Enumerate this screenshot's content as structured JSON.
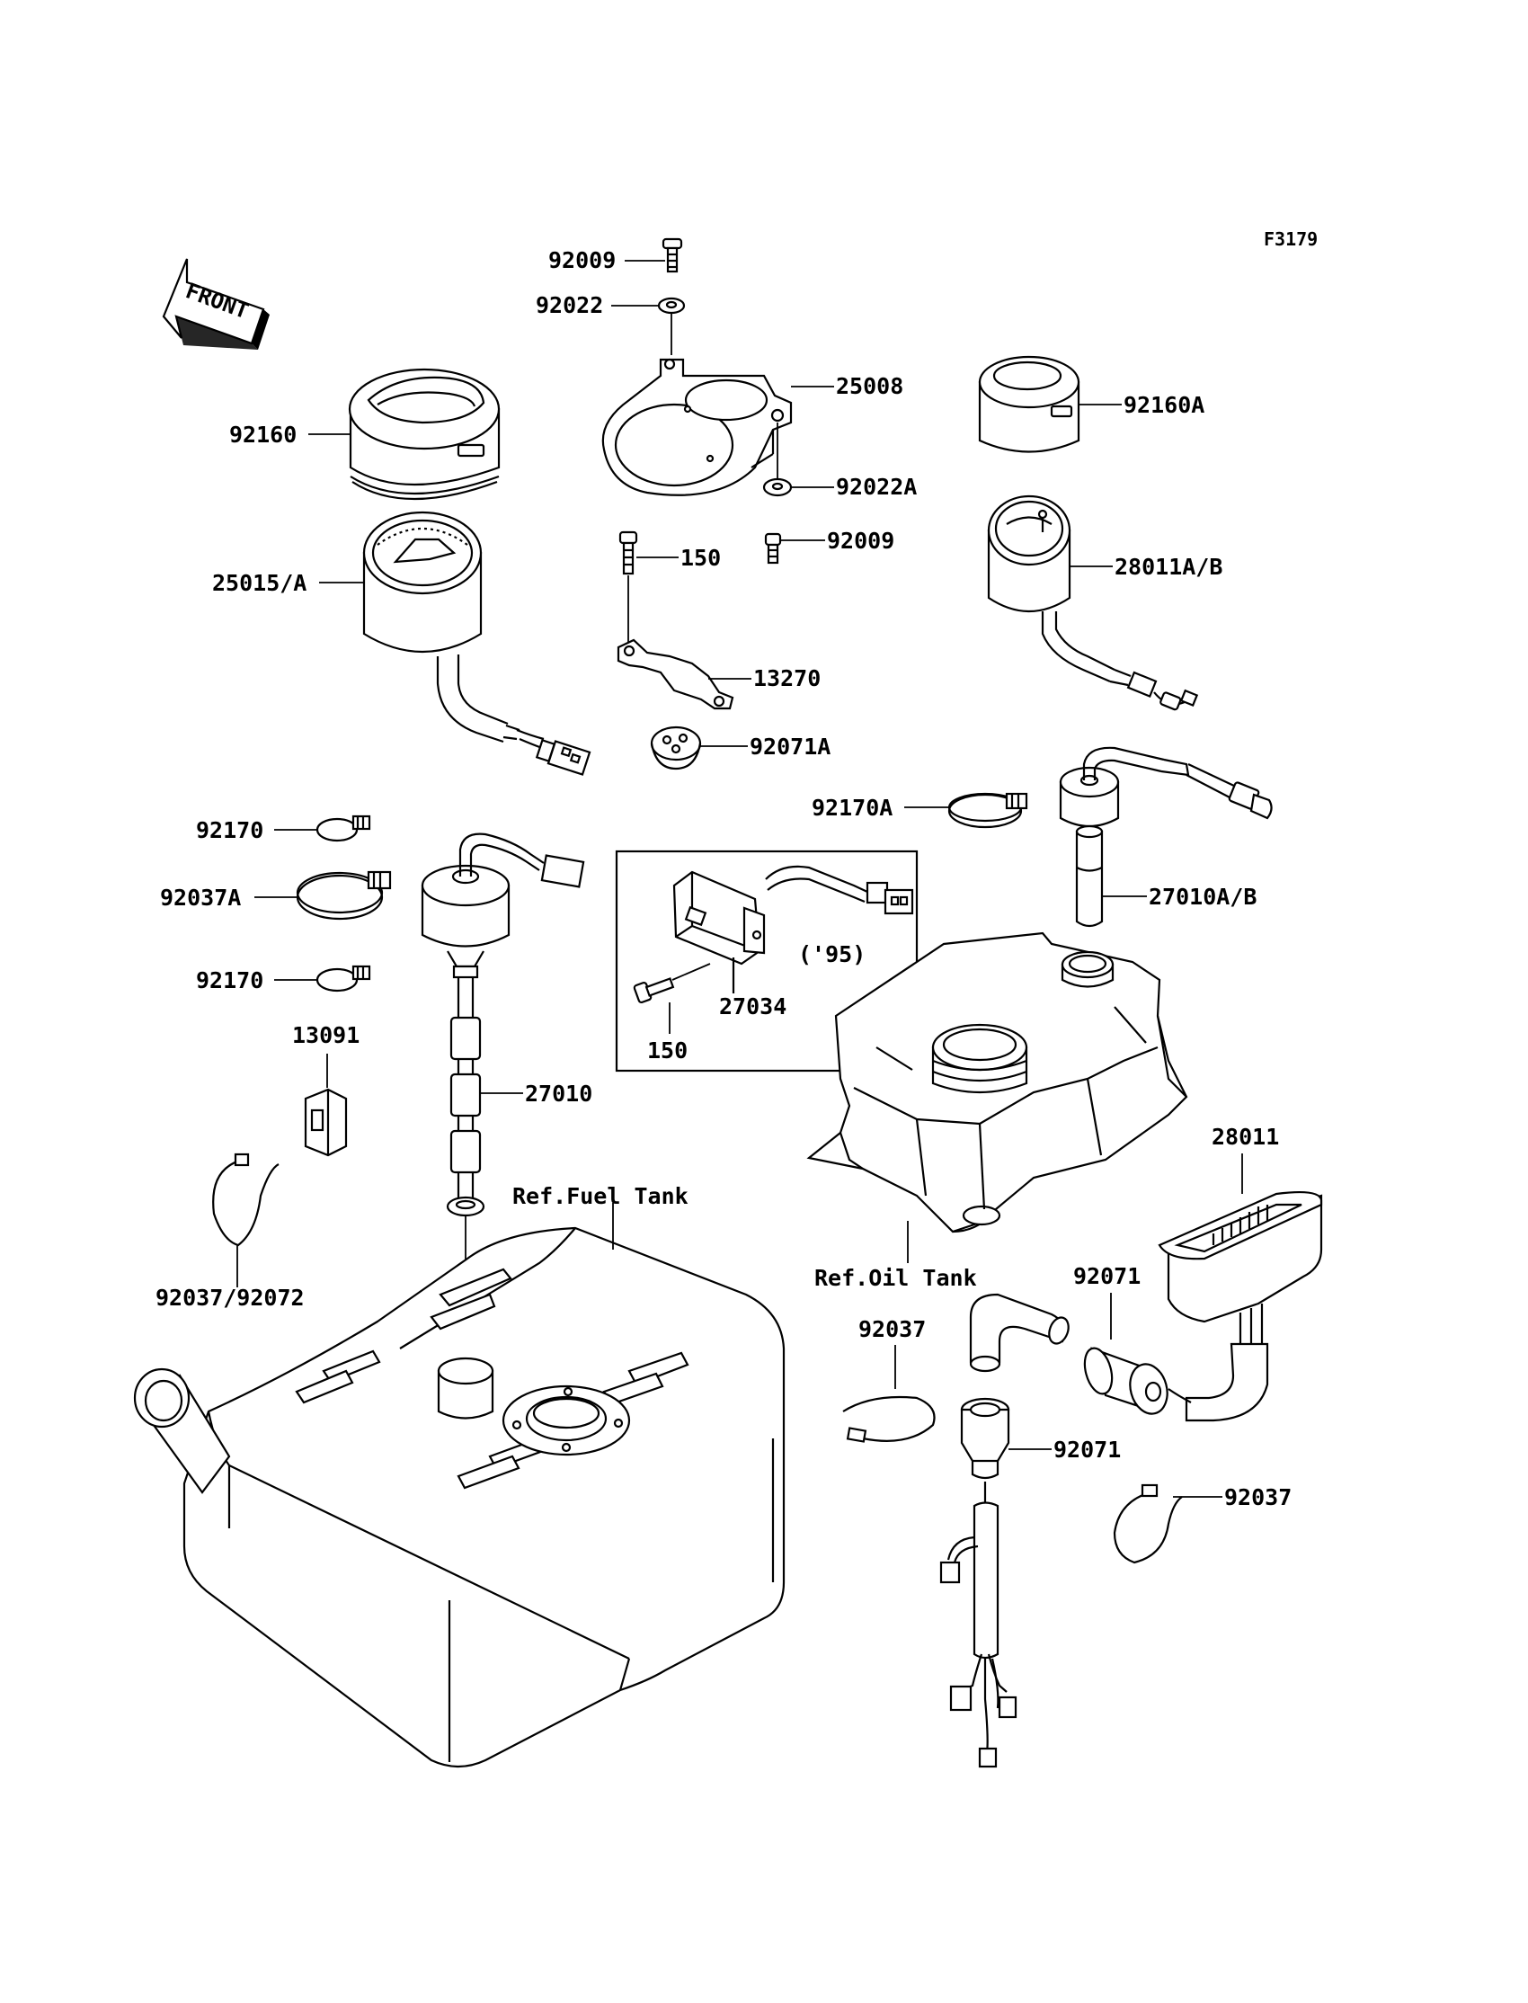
{
  "figure_code": "F3179",
  "front_label": "FRONT",
  "revision_note": "('95)",
  "references": {
    "fuel_tank": "Ref.Fuel Tank",
    "oil_tank": "Ref.Oil Tank"
  },
  "callouts": {
    "c_92009_top": "92009",
    "c_92022": "92022",
    "c_25008": "25008",
    "c_92160": "92160",
    "c_92160A": "92160A",
    "c_92022A": "92022A",
    "c_92009_mid": "92009",
    "c_150_top": "150",
    "c_25015A": "25015/A",
    "c_28011AB": "28011A/B",
    "c_13270": "13270",
    "c_92071A": "92071A",
    "c_92170A": "92170A",
    "c_92170_top": "92170",
    "c_92037A": "92037A",
    "c_27010AB": "27010A/B",
    "c_27034": "27034",
    "c_150_box": "150",
    "c_92170_bot": "92170",
    "c_13091": "13091",
    "c_27010": "27010",
    "c_28011": "28011",
    "c_92071_top": "92071",
    "c_92037_mid": "92037",
    "c_92071_bot": "92071",
    "c_92037_right": "92037",
    "c_92037_92072": "92037/92072"
  }
}
